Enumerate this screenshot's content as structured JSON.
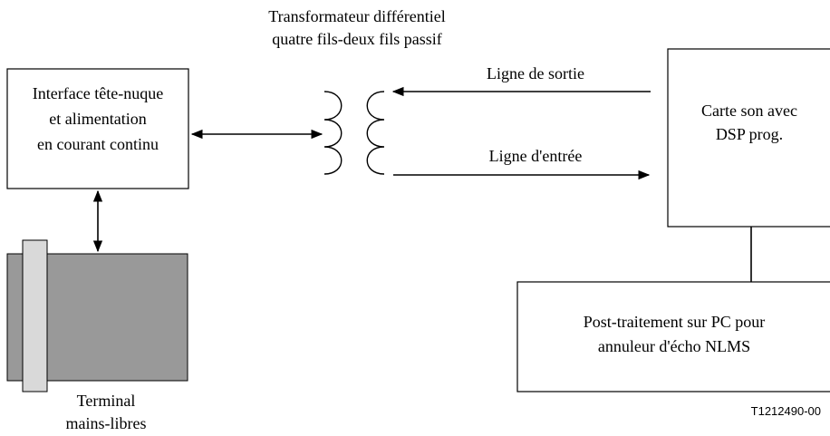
{
  "transformer": {
    "title_line1": "Transformateur différentiel",
    "title_line2": "quatre fils-deux fils passif"
  },
  "interface_box": {
    "line1": "Interface tête-nuque",
    "line2": "et alimentation",
    "line3": "en courant continu"
  },
  "sound_card_box": {
    "line1": "Carte son avec",
    "line2": "DSP prog."
  },
  "postprocessing_box": {
    "line1": "Post-traitement sur PC pour",
    "line2": "annuleur d'écho NLMS"
  },
  "arrows": {
    "output_line_label": "Ligne de sortie",
    "input_line_label": "Ligne d'entrée"
  },
  "terminal": {
    "line1": "Terminal",
    "line2": "mains-libres",
    "body_color": "#999999",
    "stand_color": "#d9d9d9"
  },
  "figure_code": "T1212490-00"
}
